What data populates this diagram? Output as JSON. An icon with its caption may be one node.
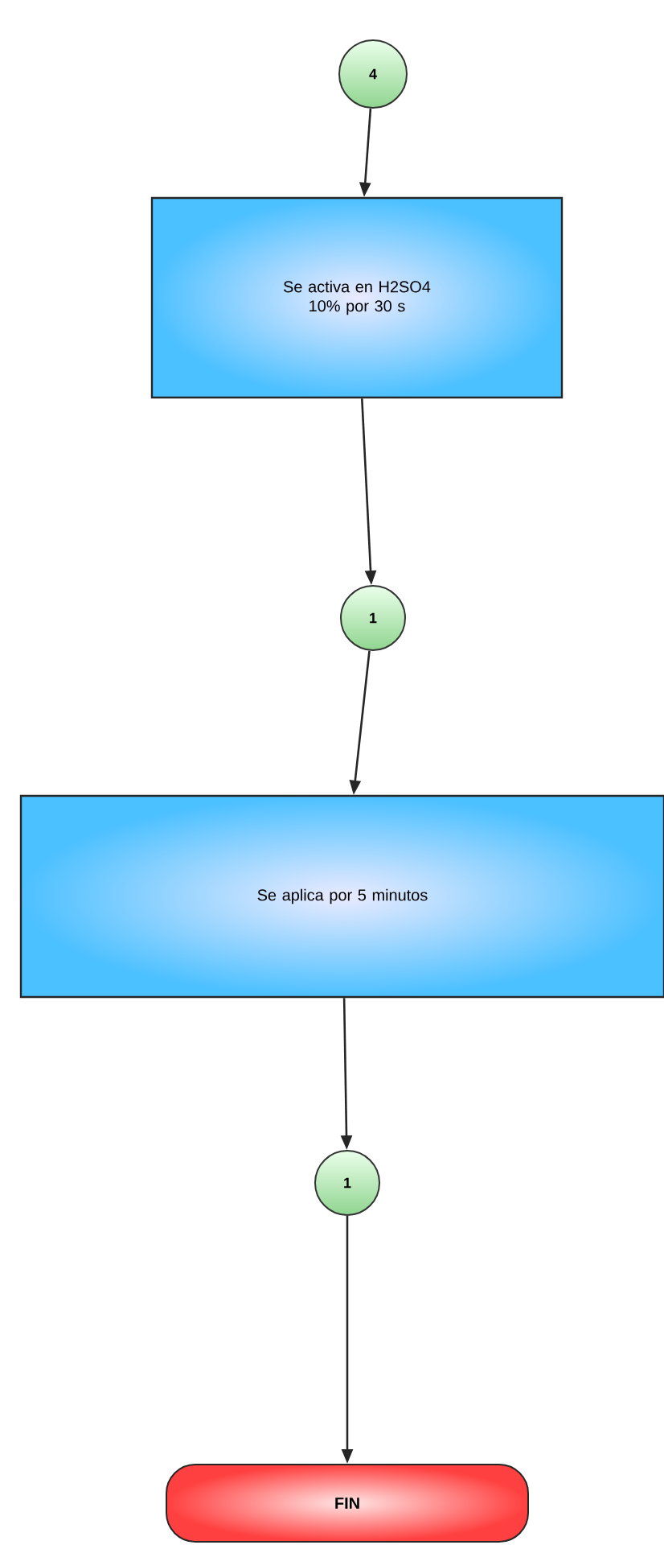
{
  "diagram": {
    "nodes": [
      {
        "text": [
          "4"
        ]
      },
      {
        "text": [
          "Se activa en H2SO4 10% por 30 s"
        ]
      },
      {
        "text": [
          "1"
        ]
      },
      {
        "text": [
          "Se aplica por 5 minutos"
        ]
      },
      {
        "text": [
          "1"
        ]
      },
      {
        "text": [
          "FIN"
        ]
      }
    ],
    "edges": [
      {
        "from": 0,
        "to": 1,
        "arrow": "to"
      },
      {
        "from": 1,
        "to": 2,
        "arrow": "to"
      },
      {
        "from": 2,
        "to": 3,
        "arrow": "to"
      },
      {
        "from": 3,
        "to": 4,
        "arrow": "to"
      },
      {
        "from": 4,
        "to": 5,
        "arrow": "to"
      }
    ]
  }
}
